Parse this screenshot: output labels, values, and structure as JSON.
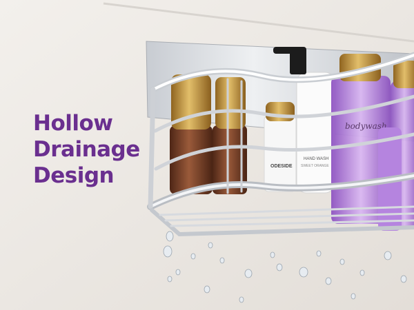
{
  "headline": {
    "lines": [
      "Hollow",
      "Drainage",
      "Design"
    ]
  },
  "labels": {
    "brand_front": "ODESIDE",
    "bottle_hand_wash": "HAND WASH",
    "bottle_small_text": "SWEET ORANGE",
    "bottle_bodywash": "bodywash"
  },
  "colors": {
    "headline": "#6a2f8f",
    "wall": "#ece8e4",
    "gold_cap": "#c89a3c",
    "amber_bottle": "#8a4a2e",
    "purple_liquid": "#b07ad8",
    "chrome": "#d6d8dc"
  },
  "icons": [
    "shower-caddy-illustration",
    "water-droplets"
  ]
}
